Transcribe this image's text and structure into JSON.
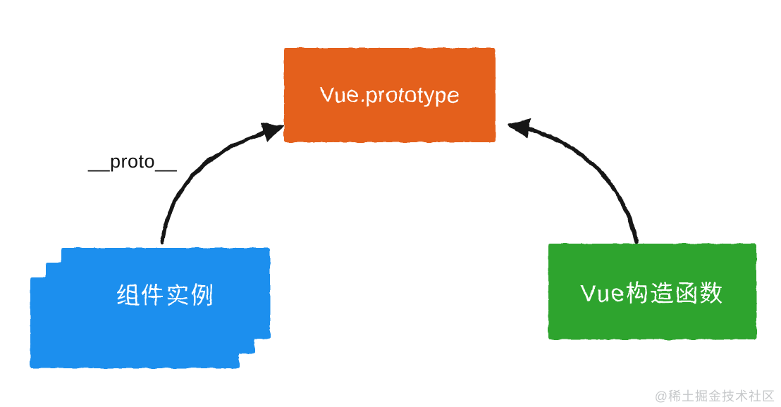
{
  "diagram": {
    "prototype_box": {
      "label": "Vue.prototype",
      "color": "#e4611d"
    },
    "instance_stack": {
      "label": "组件实例",
      "color": "#1f8fee",
      "layer_count": 3
    },
    "constructor_box": {
      "label": "Vue构造函数",
      "color": "#2fa42e"
    },
    "arrows": [
      {
        "from": "组件实例",
        "to": "Vue.prototype",
        "label": "__proto__"
      },
      {
        "from": "Vue构造函数",
        "to": "Vue.prototype",
        "label": ""
      }
    ],
    "proto_label": "__proto__",
    "watermark": "@稀土掘金技术社区",
    "arrow_color": "#181818",
    "background": "#ffffff"
  }
}
